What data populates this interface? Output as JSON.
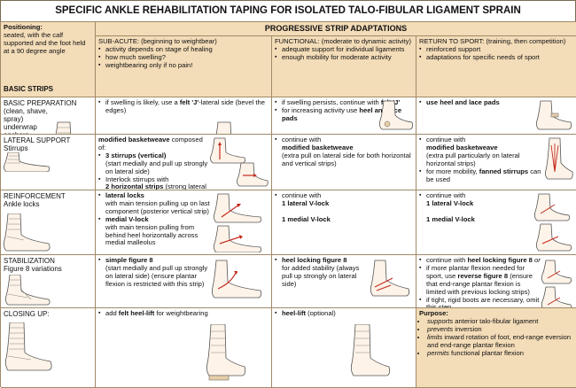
{
  "title": "SPECIFIC ANKLE REHABILITATION TAPING FOR ISOLATED TALO-FIBULAR LIGAMENT SPRAIN",
  "header": {
    "positioning_label": "Positioning:",
    "positioning_text": "seated, with the calf supported and the foot held at a 90 degree angle",
    "basic_strips": "BASIC STRIPS",
    "progressive": "PROGRESSIVE STRIP ADAPTATIONS",
    "subacute": {
      "title": "SUB-ACUTE: (beginning to weightbear)",
      "items": [
        "activity depends on stage of healing",
        "how much swelling?",
        "weightbearing only if no pain!"
      ]
    },
    "functional": {
      "title": "FUNCTIONAL: (moderate to dynamic activity)",
      "items": [
        "adequate support for individual ligaments",
        "enough mobility for moderate activity"
      ]
    },
    "return": {
      "title": "RETURN TO SPORT: (training, then competition)",
      "items": [
        "reinforced support",
        "adaptations for specific needs of sport"
      ]
    }
  },
  "rows": {
    "basic": {
      "label_title": "BASIC PREPARATION",
      "label_sub": "(clean, shave, spray) underwrap anchors",
      "subacute_1": "if swelling is likely, use a",
      "subacute_bold": "felt 'J'",
      "subacute_2": "-lateral side (bevel the edges)",
      "functional_1": "if swelling persists, continue with",
      "functional_bold1": "felt 'J'",
      "functional_2": "for increasing activity use",
      "functional_bold2": "heel and lace pads",
      "return_bold": "use heel and lace pads"
    },
    "lateral": {
      "label_title": "LATERAL SUPPORT",
      "label_sub": "Stirrups",
      "subacute_head": "modified basketweave",
      "subacute_head2": "composed of:",
      "subacute_b1": "3 stirrups (vertical)",
      "subacute_b1_sub": "(start medially and pull up strongly on lateral side)",
      "subacute_b2": "Interlock stirrups with",
      "subacute_b2_bold": "2 horizontal strips",
      "subacute_b2_sub": "(strong lateral pull)",
      "functional_1": "continue with",
      "functional_bold": "modified basketweave",
      "functional_2": "(extra pull on lateral side for both horizontal and vertical strips)",
      "return_1": "continue with",
      "return_bold": "modified basketweave",
      "return_2": "(extra pull particularly on lateral horizontal strips)",
      "return_3": "for more mobility,",
      "return_bold2": "fanned stirrups",
      "return_4": "can be used"
    },
    "reinforcement": {
      "label_title": "REINFORCEMENT",
      "label_sub": "Ankle locks",
      "subacute_b1": "lateral locks",
      "subacute_b1_sub": "with main tension pulling up on last component (posterior vertical strip)",
      "subacute_b2": "medial V-lock",
      "subacute_b2_sub": "with main tension pulling from behind heel horizontally across medial malleolus",
      "functional_1": "continue with",
      "functional_bold1": "1 lateral V-lock",
      "functional_bold2": "1 medial V-lock",
      "return_1": "continue with",
      "return_bold1": "1 lateral V-lock",
      "return_bold2": "1 medial V-lock"
    },
    "stabilization": {
      "label_title": "STABILIZATION",
      "label_sub": "Figure 8 variations",
      "subacute_bold": "simple figure 8",
      "subacute_sub": "(start medially and pull up strongly on lateral side) (ensure plantar flexion is restricted with this strip)",
      "functional_bold": "heel locking figure 8",
      "functional_sub": "for added stability (always pull up strongly on lateral side)",
      "return_1": "continue with",
      "return_bold1": "heel locking figure 8",
      "return_or": "or",
      "return_2": "if more plantar flexion needed for sport, use",
      "return_bold2": "reverse figure 8",
      "return_3": "(ensure that end-range plantar flexion is limited with previous locking strips)",
      "return_4": "if tight, rigid boots are necessary, omit this step"
    },
    "closing": {
      "label_title": "CLOSING UP:",
      "subacute_1": "add",
      "subacute_bold": "felt heel-lift",
      "subacute_2": "for weightbearing",
      "functional_bold": "heel-lift",
      "functional_2": "(optional)",
      "purpose_title": "Purpose:",
      "purpose_items": [
        [
          "supports",
          "anterior talo-fibular ligament"
        ],
        [
          "prevents",
          "inversion"
        ],
        [
          "limits",
          "inward rotation of foot, end-range eversion and end-range plantar flexion"
        ],
        [
          "permits",
          "functional plantar flexion"
        ]
      ]
    }
  },
  "icons": [
    "foot-illustration",
    "tape-arrow"
  ],
  "colors": {
    "tan": "#f3dcb8",
    "border": "#a08a68",
    "arrow": "#c4281d"
  }
}
